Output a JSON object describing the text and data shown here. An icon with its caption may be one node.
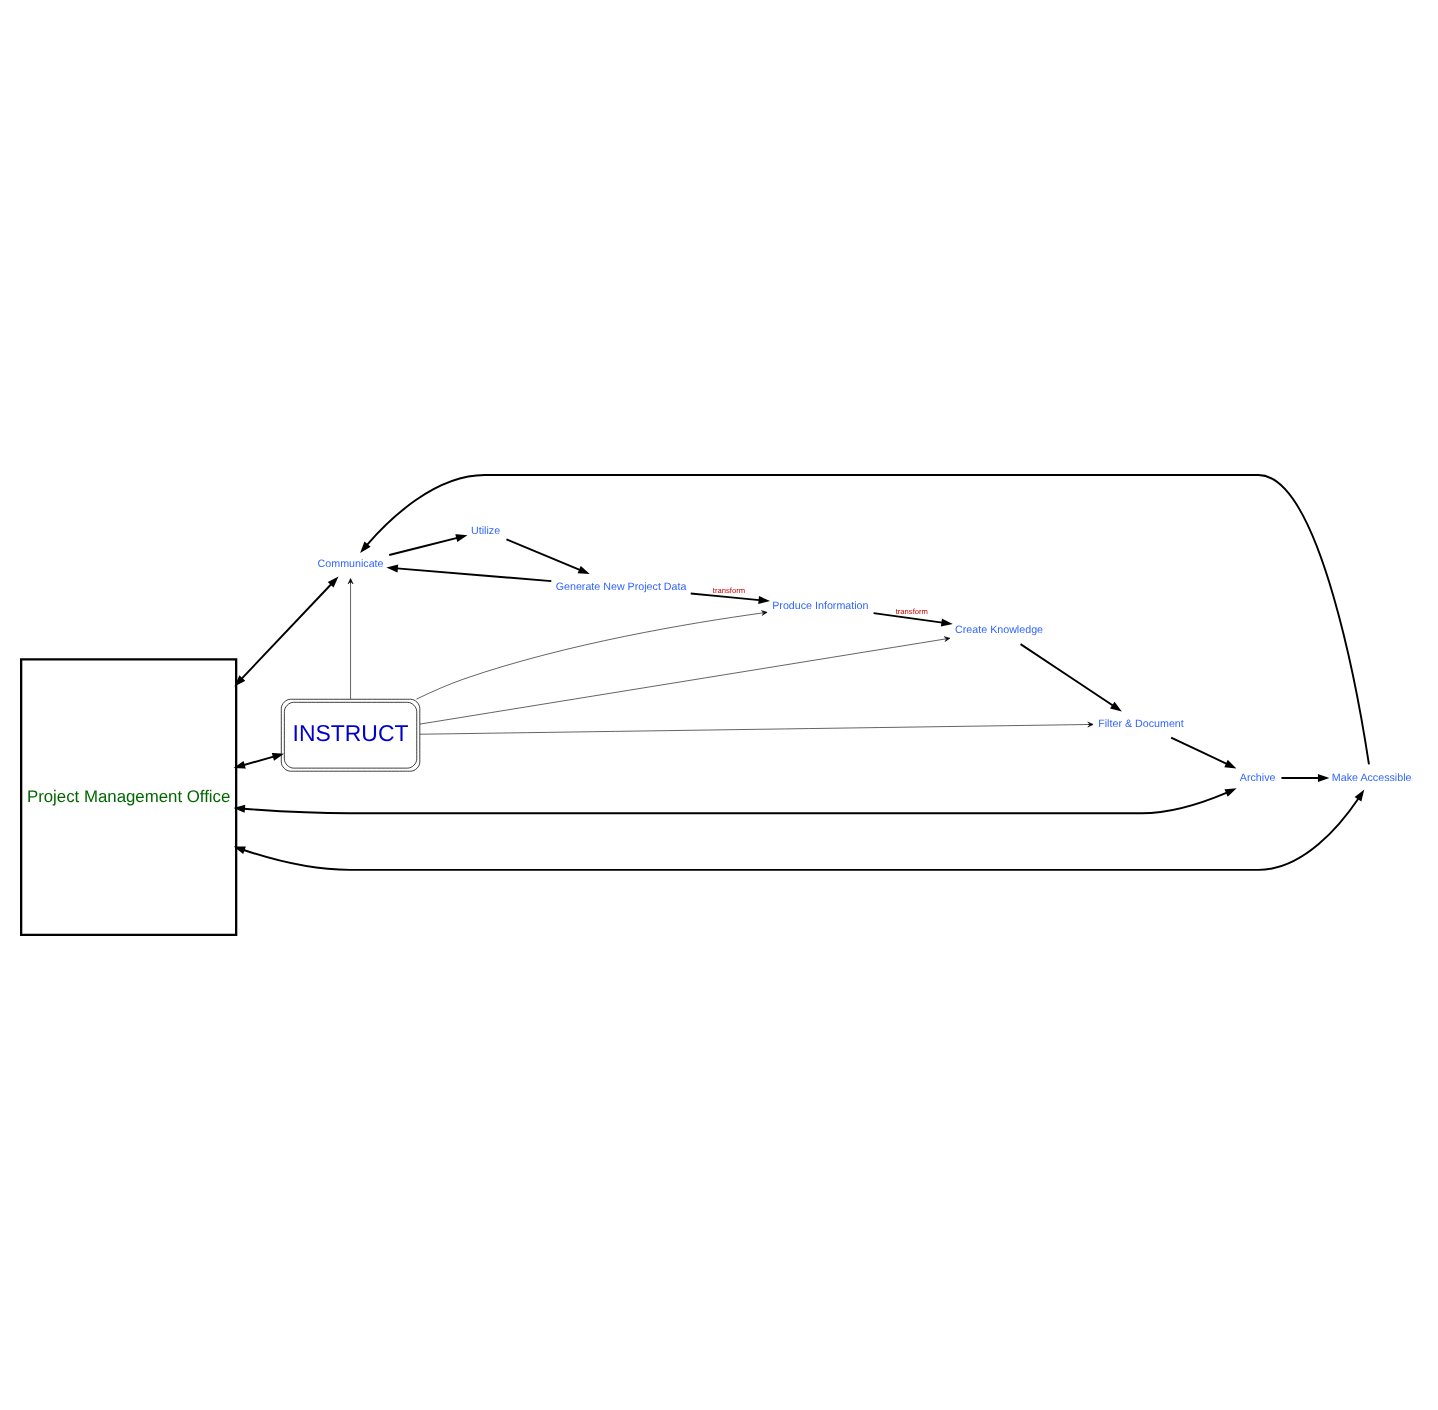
{
  "diagram": {
    "nodes": [
      {
        "text": [
          "Project Management Office"
        ]
      },
      {
        "text": [
          "Communicate"
        ]
      },
      {
        "text": [
          "Utilize"
        ]
      },
      {
        "text": [
          "Generate New Project Data"
        ]
      },
      {
        "text": [
          "INSTRUCT"
        ]
      },
      {
        "text": [
          "Produce Information"
        ]
      },
      {
        "text": [
          "Create Knowledge"
        ]
      },
      {
        "text": [
          "Filter & Document"
        ]
      },
      {
        "text": [
          "Archive"
        ]
      },
      {
        "text": [
          "Make Accessible"
        ]
      }
    ],
    "edges": [
      {
        "from": 1,
        "to": 2,
        "arrow": "to"
      },
      {
        "from": 2,
        "to": 3,
        "arrow": "to"
      },
      {
        "from": 3,
        "to": 1,
        "arrow": "to"
      },
      {
        "from": 3,
        "to": 5,
        "label": "transform",
        "arrow": "to"
      },
      {
        "from": 5,
        "to": 6,
        "label": "transform",
        "arrow": "to"
      },
      {
        "from": 6,
        "to": 7,
        "arrow": "to"
      },
      {
        "from": 7,
        "to": 8,
        "arrow": "to"
      },
      {
        "from": 8,
        "to": 9,
        "arrow": "to"
      },
      {
        "from": 9,
        "to": 1,
        "arrow": "to"
      },
      {
        "from": 0,
        "to": 1,
        "arrow": "both"
      },
      {
        "from": 0,
        "to": 9,
        "arrow": "both"
      },
      {
        "from": 0,
        "to": 8,
        "arrow": "both"
      },
      {
        "from": 0,
        "to": 4,
        "arrow": "both"
      },
      {
        "from": 4,
        "to": 1,
        "arrow": "to"
      },
      {
        "from": 4,
        "to": 5,
        "arrow": "to"
      },
      {
        "from": 4,
        "to": 6,
        "arrow": "to"
      },
      {
        "from": 4,
        "to": 7,
        "arrow": "to"
      }
    ]
  }
}
